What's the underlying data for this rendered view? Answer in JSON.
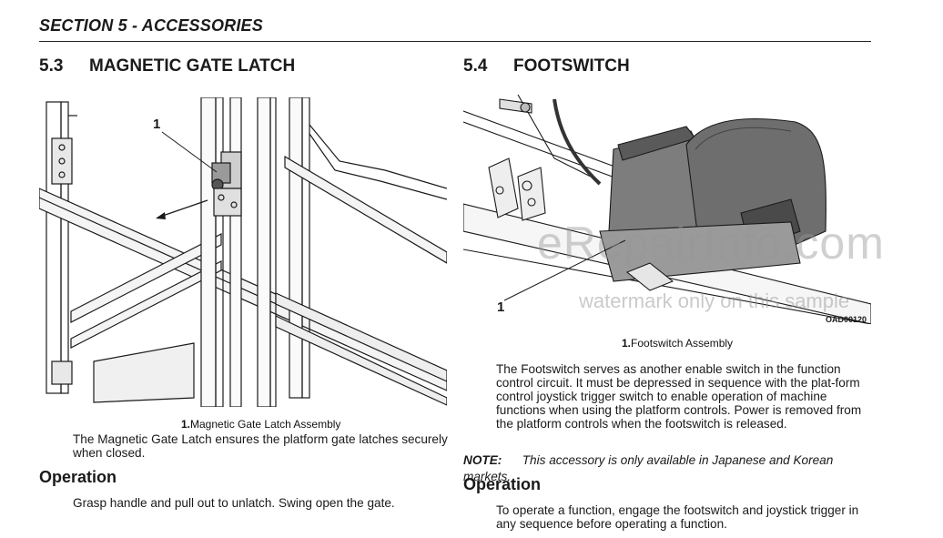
{
  "section_header": "SECTION 5 - ACCESSORIES",
  "left": {
    "number": "5.3",
    "title": "MAGNETIC GATE LATCH",
    "callout": "1",
    "caption_num": "1.",
    "caption_text": "Magnetic Gate Latch Assembly",
    "body": "The Magnetic Gate Latch ensures the platform gate latches securely when closed.",
    "operation_heading": "Operation",
    "operation_text": "Grasp handle and pull out to unlatch. Swing open the gate."
  },
  "right": {
    "number": "5.4",
    "title": "FOOTSWITCH",
    "callout": "1",
    "figure_code": "OAD00120",
    "caption_num": "1.",
    "caption_text": "Footswitch Assembly",
    "body": "The Footswitch serves as another enable switch in the function control circuit. It must be depressed in sequence with the plat-form control joystick trigger switch to enable operation of machine functions when using the platform controls. Power is removed from the platform controls when the footswitch is released.",
    "note_label": "NOTE:",
    "note_text": "This accessory is only available in Japanese and Korean markets.",
    "operation_heading": "Operation",
    "operation_text": "To operate a function, engage the footswitch and joystick trigger in any sequence before operating a function."
  },
  "watermark": {
    "large": "eRepairInfo.com",
    "small": "watermark only on this sample"
  }
}
